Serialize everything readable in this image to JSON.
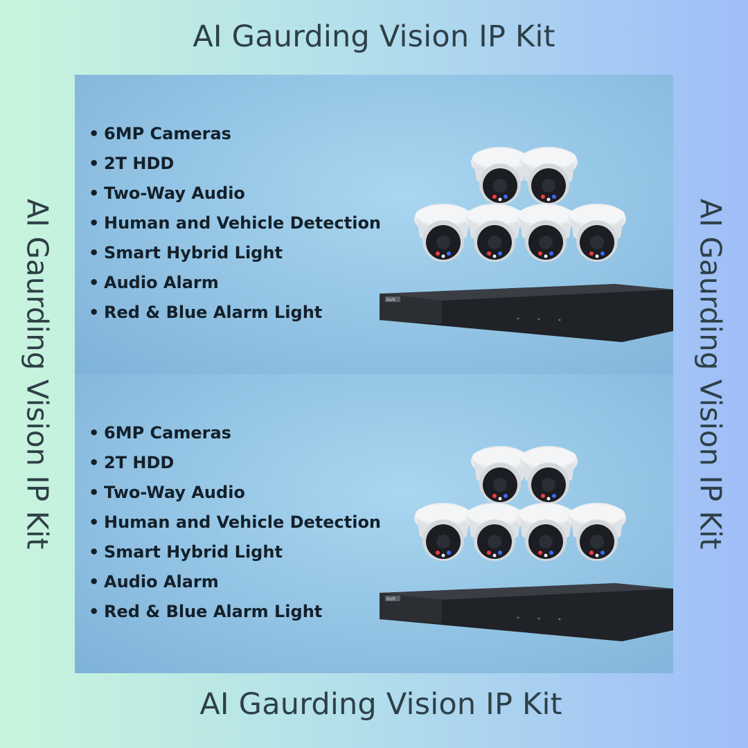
{
  "title": "AI Gaurding Vision IP Kit",
  "panels": [
    {
      "features": [
        "6MP Cameras",
        "2T HDD",
        "Two-Way Audio",
        "Human and Vehicle Detection",
        "Smart Hybrid Light",
        "Audio Alarm",
        "Red & Blue Alarm Light"
      ],
      "nvr_label": "NVR"
    },
    {
      "features": [
        "6MP Cameras",
        "2T HDD",
        "Two-Way Audio",
        "Human and Vehicle Detection",
        "Smart Hybrid Light",
        "Audio Alarm",
        "Red & Blue Alarm Light"
      ],
      "nvr_label": "NVR"
    }
  ],
  "bullet": "•",
  "colors": {
    "title_text": "#2e3f47",
    "feature_text": "#13202a",
    "panel_bg": "#92c3e4",
    "nvr_body": "#25282c",
    "camera_shell": "#e6e8ea",
    "led_red": "#ff3b3b",
    "led_blue": "#3b6bff"
  }
}
